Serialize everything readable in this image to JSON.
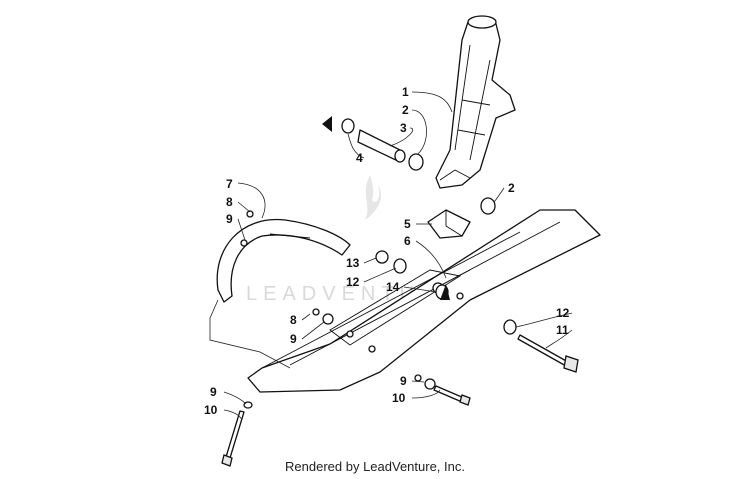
{
  "watermark": "LEADVENTURE",
  "credit": "Rendered by LeadVenture, Inc.",
  "callouts": {
    "c1": "1",
    "c2a": "2",
    "c3": "3",
    "c4": "4",
    "c2b": "2",
    "c7": "7",
    "c8a": "8",
    "c9a": "9",
    "c5": "5",
    "c6": "6",
    "c13": "13",
    "c12a": "12",
    "c14": "14",
    "c8b": "8",
    "c9b": "9",
    "c12b": "12",
    "c11": "11",
    "c9c": "9",
    "c10a": "10",
    "c9d": "9",
    "c10b": "10"
  }
}
